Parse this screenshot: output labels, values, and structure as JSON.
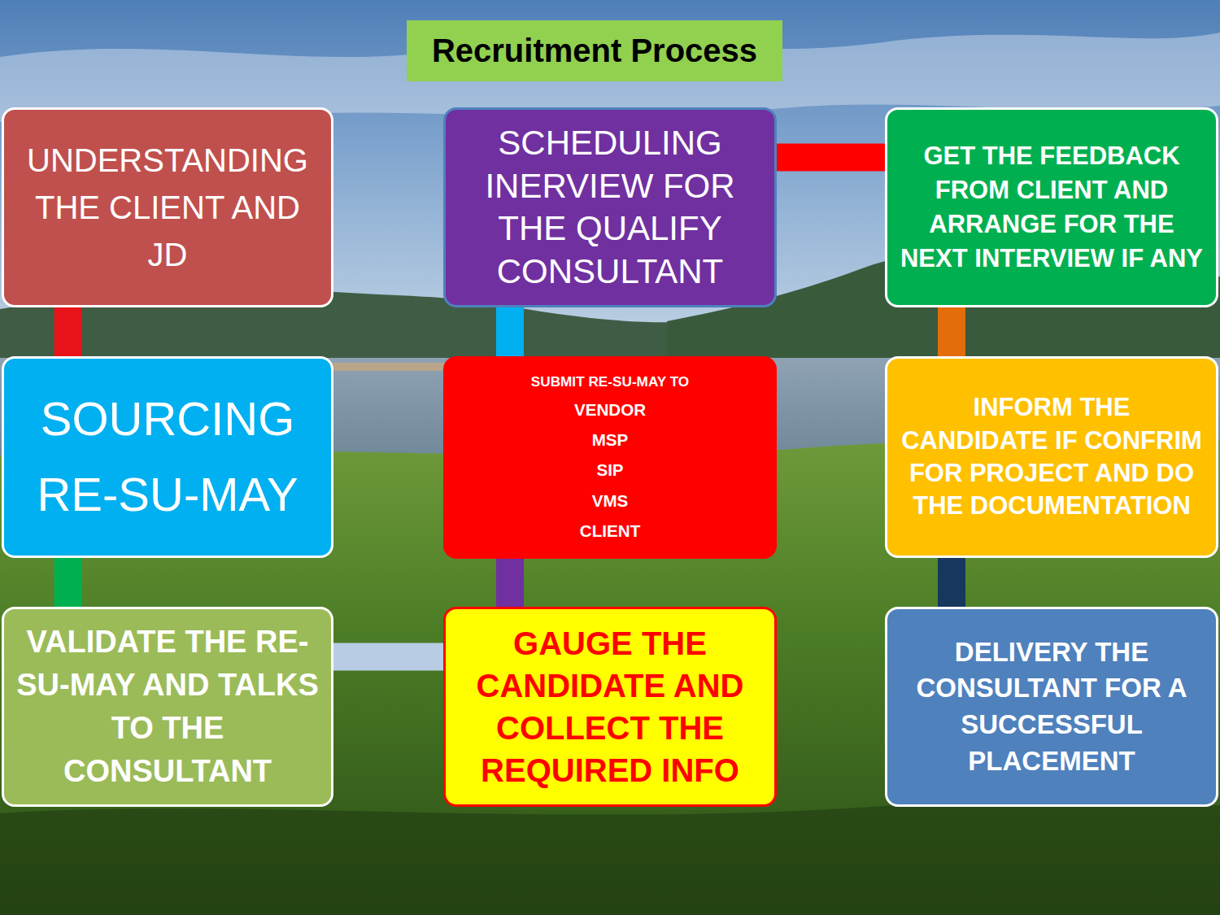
{
  "diagram": {
    "title": "Recruitment Process",
    "nodes": [
      {
        "text": [
          "UNDERSTANDING THE CLIENT AND JD"
        ]
      },
      {
        "text": [
          "SCHEDULING INERVIEW FOR THE QUALIFY CONSULTANT"
        ]
      },
      {
        "text": [
          "GET THE FEEDBACK FROM CLIENT AND ARRANGE FOR THE NEXT INTERVIEW IF ANY"
        ]
      },
      {
        "text": [
          "SOURCING RE-SU-MAY"
        ]
      },
      {
        "text": [
          "SUBMIT RE-SU-MAY TO",
          "VENDOR",
          "MSP",
          "SIP",
          "VMS",
          "CLIENT"
        ]
      },
      {
        "text": [
          "INFORM THE CANDIDATE IF CONFRIM FOR PROJECT AND DO THE DOCUMENTATION"
        ]
      },
      {
        "text": [
          "VALIDATE THE RE-SU-MAY AND TALKS TO THE CONSULTANT"
        ]
      },
      {
        "text": [
          "GAUGE THE CANDIDATE AND COLLECT THE REQUIRED INFO"
        ]
      },
      {
        "text": [
          "DELIVERY THE CONSULTANT FOR A SUCCESSFUL PLACEMENT"
        ]
      }
    ],
    "edges": [
      {
        "from": 0,
        "to": 3,
        "arrow": "none"
      },
      {
        "from": 3,
        "to": 6,
        "arrow": "none"
      },
      {
        "from": 6,
        "to": 7,
        "arrow": "none"
      },
      {
        "from": 7,
        "to": 4,
        "arrow": "none"
      },
      {
        "from": 4,
        "to": 1,
        "arrow": "none"
      },
      {
        "from": 1,
        "to": 2,
        "arrow": "none"
      },
      {
        "from": 2,
        "to": 5,
        "arrow": "none"
      },
      {
        "from": 5,
        "to": 8,
        "arrow": "none"
      }
    ]
  }
}
